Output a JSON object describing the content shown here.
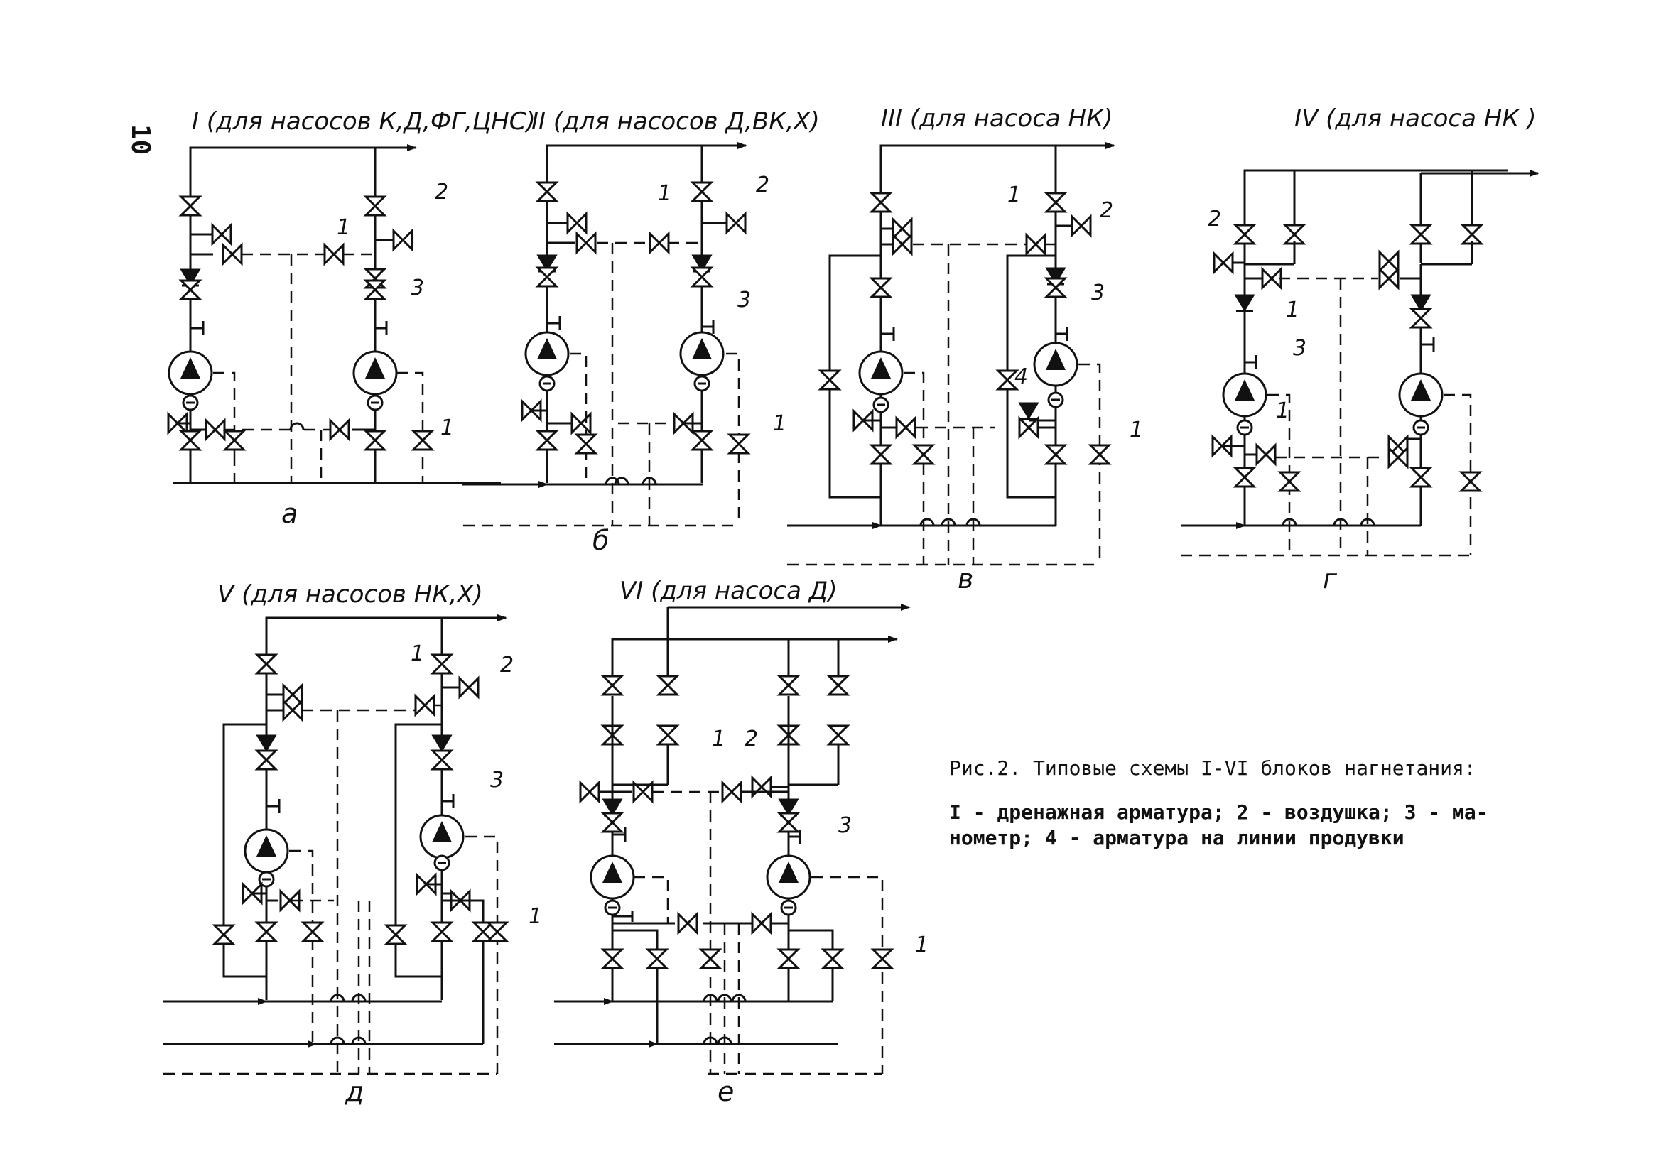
{
  "page_number": "10",
  "schemes": [
    {
      "title": "I (для насосов К,Д,ФГ,ЦНС)",
      "label": "а"
    },
    {
      "title": "II (для насосов Д,ВК,Х)",
      "label": "б"
    },
    {
      "title": "III (для насоса НК)",
      "label": "в"
    },
    {
      "title": "IV (для насоса НК )",
      "label": "г"
    },
    {
      "title": "V (для насосов НК,Х)",
      "label": "д"
    },
    {
      "title": "VI (для насоса Д)",
      "label": "е"
    }
  ],
  "callouts": {
    "one": "1",
    "two": "2",
    "three": "3",
    "four": "4"
  },
  "caption": {
    "title": "Рис.2. Типовые схемы I-VI блоков нагнетания:",
    "legend_line1": "I - дренажная арматура; 2 - воздушка; 3 - ма-",
    "legend_line2": "нометр; 4 - арматура на линии продувки"
  }
}
